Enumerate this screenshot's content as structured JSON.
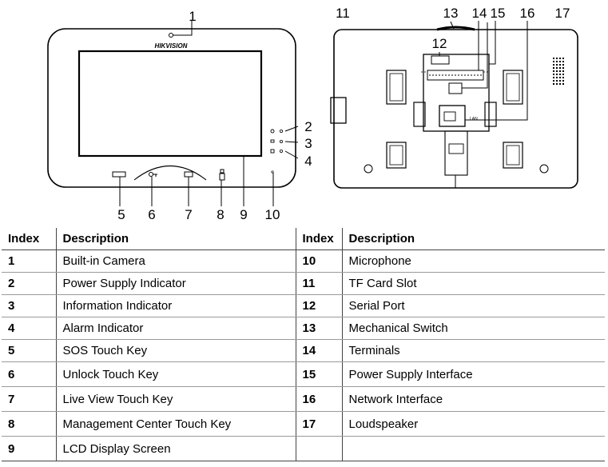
{
  "brand": "HIKVISION",
  "front_labels": [
    "1",
    "2",
    "3",
    "4",
    "5",
    "6",
    "7",
    "8",
    "9",
    "10"
  ],
  "rear_labels": [
    "11",
    "12",
    "13",
    "14",
    "15",
    "16",
    "17"
  ],
  "table": {
    "headers": [
      "Index",
      "Description",
      "Index",
      "Description"
    ],
    "rows": [
      {
        "i1": "1",
        "d1": "Built-in Camera",
        "i2": "10",
        "d2": "Microphone"
      },
      {
        "i1": "2",
        "d1": "Power Supply Indicator",
        "i2": "11",
        "d2": "TF Card Slot"
      },
      {
        "i1": "3",
        "d1": "Information Indicator",
        "i2": "12",
        "d2": "Serial Port"
      },
      {
        "i1": "4",
        "d1": "Alarm Indicator",
        "i2": "13",
        "d2": "Mechanical Switch"
      },
      {
        "i1": "5",
        "d1": "SOS Touch Key",
        "i2": "14",
        "d2": "Terminals"
      },
      {
        "i1": "6",
        "d1": "Unlock Touch Key",
        "i2": "15",
        "d2": "Power Supply Interface"
      },
      {
        "i1": "7",
        "d1": "Live View Touch Key",
        "i2": "16",
        "d2": "Network Interface"
      },
      {
        "i1": "8",
        "d1": "Management Center Touch Key",
        "i2": "17",
        "d2": "Loudspeaker"
      },
      {
        "i1": "9",
        "d1": "LCD Display Screen",
        "i2": "",
        "d2": ""
      }
    ]
  }
}
